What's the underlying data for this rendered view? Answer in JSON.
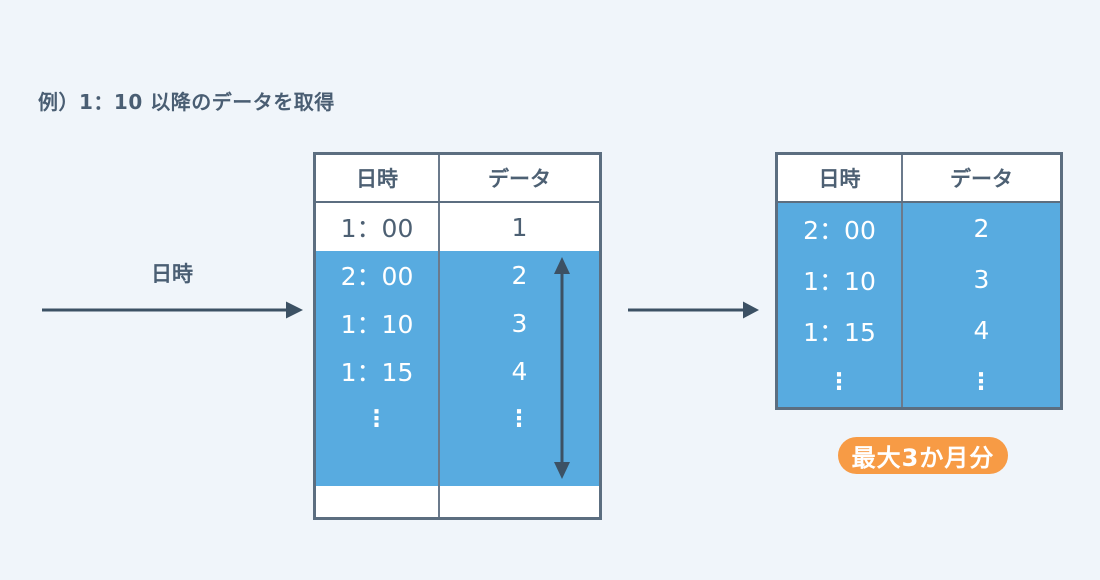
{
  "title": "例）1：10 以降のデータを取得",
  "colors": {
    "background": "#F0F5FA",
    "highlight_blue": "#58ABE0",
    "text_slate": "#4D6073",
    "table_border": "#5C6E80",
    "arrow": "#3C5164",
    "badge_orange": "#F79B45",
    "badge_text": "#FFFFFF"
  },
  "left_arrow": {
    "label": "日時"
  },
  "source_table": {
    "headers": [
      "日時",
      "データ"
    ],
    "rows": [
      {
        "time": "1：00",
        "value": "1",
        "highlighted": false
      },
      {
        "time": "2：00",
        "value": "2",
        "highlighted": true
      },
      {
        "time": "1：10",
        "value": "3",
        "highlighted": true
      },
      {
        "time": "1：15",
        "value": "4",
        "highlighted": true
      },
      {
        "time": "⋮",
        "value": "⋮",
        "highlighted": true
      }
    ]
  },
  "result_table": {
    "headers": [
      "日時",
      "データ"
    ],
    "rows": [
      {
        "time": "2：00",
        "value": "2"
      },
      {
        "time": "1：10",
        "value": "3"
      },
      {
        "time": "1：15",
        "value": "4"
      },
      {
        "time": "⋮",
        "value": "⋮"
      }
    ]
  },
  "badge": {
    "label": "最大3か月分"
  }
}
